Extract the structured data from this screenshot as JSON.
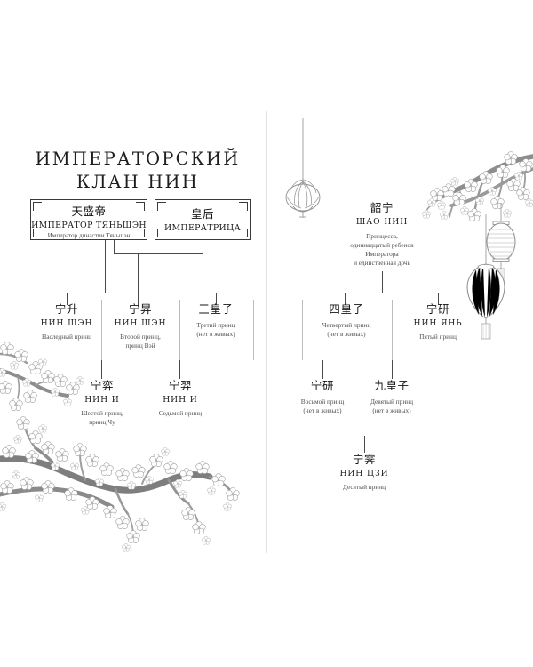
{
  "page": {
    "background": "#ffffff",
    "line_color": "#4a4a4a",
    "separator_color": "#bdbdbd",
    "ink_color": "#2a2a2a"
  },
  "title": {
    "line1": "ИМПЕРАТОРСКИЙ",
    "line2": "КЛАН НИН"
  },
  "parents": [
    {
      "cn": "天盛帝",
      "ru": "ИМПЕРАТОР ТЯНЬШЭН",
      "desc": "Император династии Тяньшэн"
    },
    {
      "cn": "皇后",
      "ru": "ИМПЕРАТРИЦА",
      "desc": ""
    }
  ],
  "princess": {
    "cn": "韶宁",
    "ru": "ШАО НИН",
    "desc_lines": [
      "Принцесса,",
      "одиннадцатый ребенок",
      "Императора",
      "и единственная дочь"
    ]
  },
  "children_row1": [
    {
      "cn": "宁升",
      "ru": "НИН ШЭН",
      "desc_lines": [
        "Наследный принц"
      ]
    },
    {
      "cn": "宁昇",
      "ru": "НИН ШЭН",
      "desc_lines": [
        "Второй принц,",
        "принц Вэй"
      ]
    },
    {
      "cn": "三皇子",
      "ru": "",
      "desc_lines": [
        "Третий принц",
        "(нет в живых)"
      ]
    },
    {
      "cn": "四皇子",
      "ru": "",
      "desc_lines": [
        "Четвертый принц",
        "(нет в живых)"
      ]
    },
    {
      "cn": "宁研",
      "ru": "НИН ЯНЬ",
      "desc_lines": [
        "Пятый принц"
      ]
    }
  ],
  "children_row2": [
    {
      "cn": "宁弈",
      "ru": "НИН И",
      "desc_lines": [
        "Шестой принц,",
        "принц Чу"
      ]
    },
    {
      "cn": "宁羿",
      "ru": "НИН И",
      "desc_lines": [
        "Седьмой принц"
      ]
    },
    {
      "cn": "宁研",
      "ru": "",
      "desc_lines": [
        "Восьмой принц",
        "(нет в живых)"
      ]
    },
    {
      "cn": "九皇子",
      "ru": "",
      "desc_lines": [
        "Девятый принц",
        "(нет в живых)"
      ]
    }
  ],
  "children_row3": [
    {
      "cn": "宁霁",
      "ru": "НИН ЦЗИ",
      "desc_lines": [
        "Десятый принц"
      ]
    }
  ],
  "decorations": {
    "lotus_lantern": "lotus-lantern-icon",
    "hanging_lantern_upper": "hanging-lantern-icon",
    "hanging_lantern_lower": "hanging-lantern-icon",
    "blossom_branch_right": "cherry-blossom-branch",
    "blossom_branch_bottom_left": "cherry-blossom-branch",
    "blossom_branch_mid_left": "cherry-blossom-branch"
  }
}
